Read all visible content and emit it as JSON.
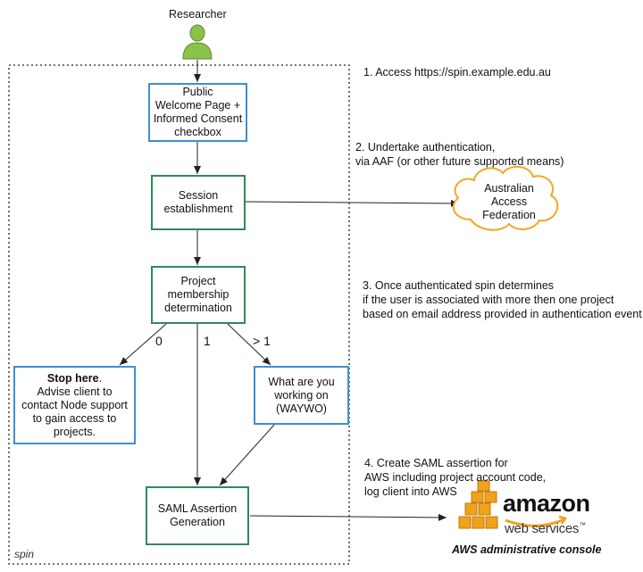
{
  "actor": {
    "label": "Researcher",
    "icon": "user-icon"
  },
  "system_label": "spin",
  "nodes": {
    "welcome": {
      "lines": [
        "Public",
        "Welcome Page +",
        "Informed Consent",
        "checkbox"
      ]
    },
    "session": {
      "lines": [
        "Session",
        "establishment"
      ]
    },
    "membership": {
      "lines": [
        "Project",
        "membership",
        "determination"
      ]
    },
    "stop": {
      "bold": "Stop here",
      "punct": ".",
      "lines": [
        "Advise client to",
        "contact Node support",
        "to gain access to",
        "projects."
      ]
    },
    "waywo": {
      "lines": [
        "What are you",
        "working on",
        "(WAYWO)"
      ]
    },
    "saml": {
      "lines": [
        "SAML Assertion",
        "Generation"
      ]
    }
  },
  "branch_labels": {
    "zero": "0",
    "one": "1",
    "many": "> 1"
  },
  "steps": [
    {
      "lines": [
        "1. Access https://spin.example.edu.au"
      ]
    },
    {
      "lines": [
        "2. Undertake authentication,",
        "via AAF (or other future supported means)"
      ]
    },
    {
      "lines": [
        "3. Once authenticated spin determines",
        "if the user is associated with more then one project",
        "based on email address provided in authentication event"
      ]
    },
    {
      "lines": [
        "4. Create SAML assertion for",
        "AWS including project account code,",
        "log client into AWS"
      ]
    }
  ],
  "aaf": {
    "lines": [
      "Australian",
      "Access",
      "Federation"
    ]
  },
  "aws": {
    "logo_word": "amazon",
    "logo_sub": "web services",
    "trademark": "™",
    "caption": "AWS administrative console"
  },
  "colors": {
    "blue_box": "#3d8fd6",
    "green_box": "#2e8b57",
    "cloud": "#f5a623",
    "aws_orange": "#f0a21b",
    "user_green": "#8bc34a"
  }
}
